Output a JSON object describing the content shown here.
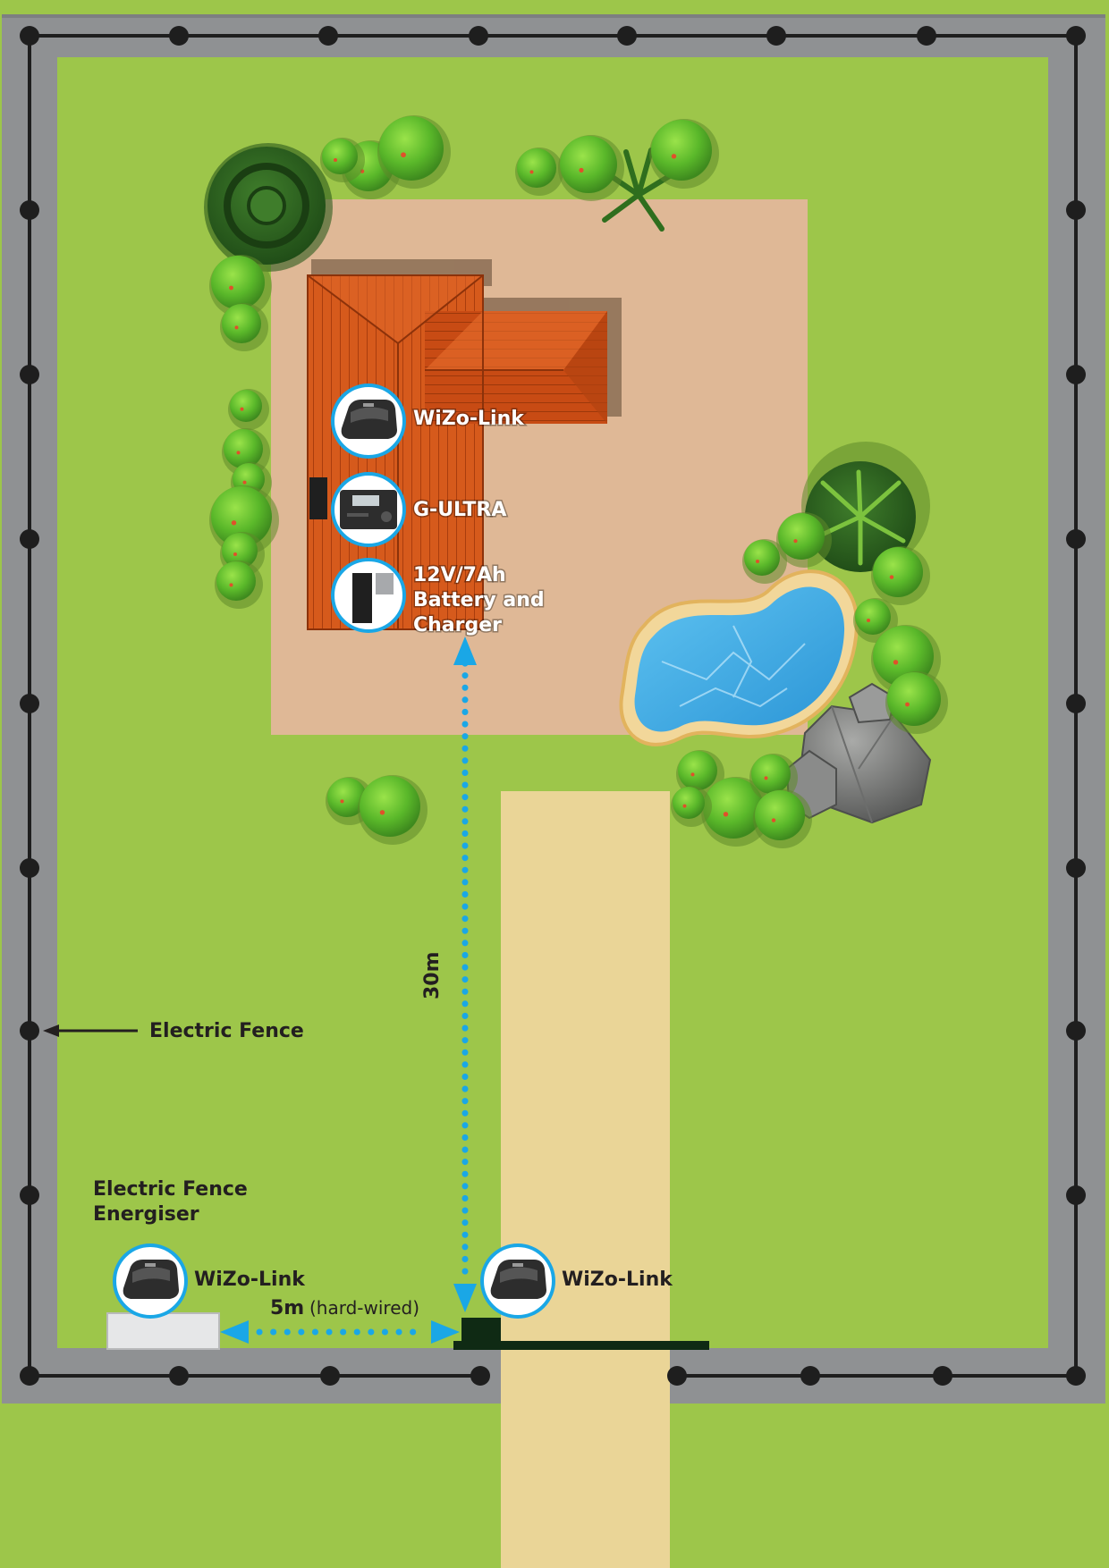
{
  "labels": {
    "house_wizo_link": "WiZo-Link",
    "house_g_ultra": "G-ULTRA",
    "battery_line1": "12V/7Ah",
    "battery_line2": "Battery and",
    "battery_line3": "Charger",
    "distance_30m": "30m",
    "electric_fence": "Electric Fence",
    "energiser_line1": "Electric Fence",
    "energiser_line2": "Energiser",
    "energiser_wizo_link": "WiZo-Link",
    "gate_wizo_link": "WiZo-Link",
    "distance_5m": "5m",
    "hard_wired": "(hard-wired)"
  },
  "colors": {
    "grass": "#9dc64a",
    "wall": "#8f9193",
    "fence_wire": "#1e1e1e",
    "paving": "#dfb896",
    "driveway": "#ead597",
    "roof": "#d4541a",
    "water": "#4fb6ea",
    "arrow": "#1aa7e6"
  },
  "icons": [
    "wizo-link-device-icon",
    "g-ultra-device-icon",
    "battery-charger-icon",
    "tree-icon",
    "bush-icon",
    "palm-icon",
    "rock-icon",
    "pool-icon"
  ]
}
